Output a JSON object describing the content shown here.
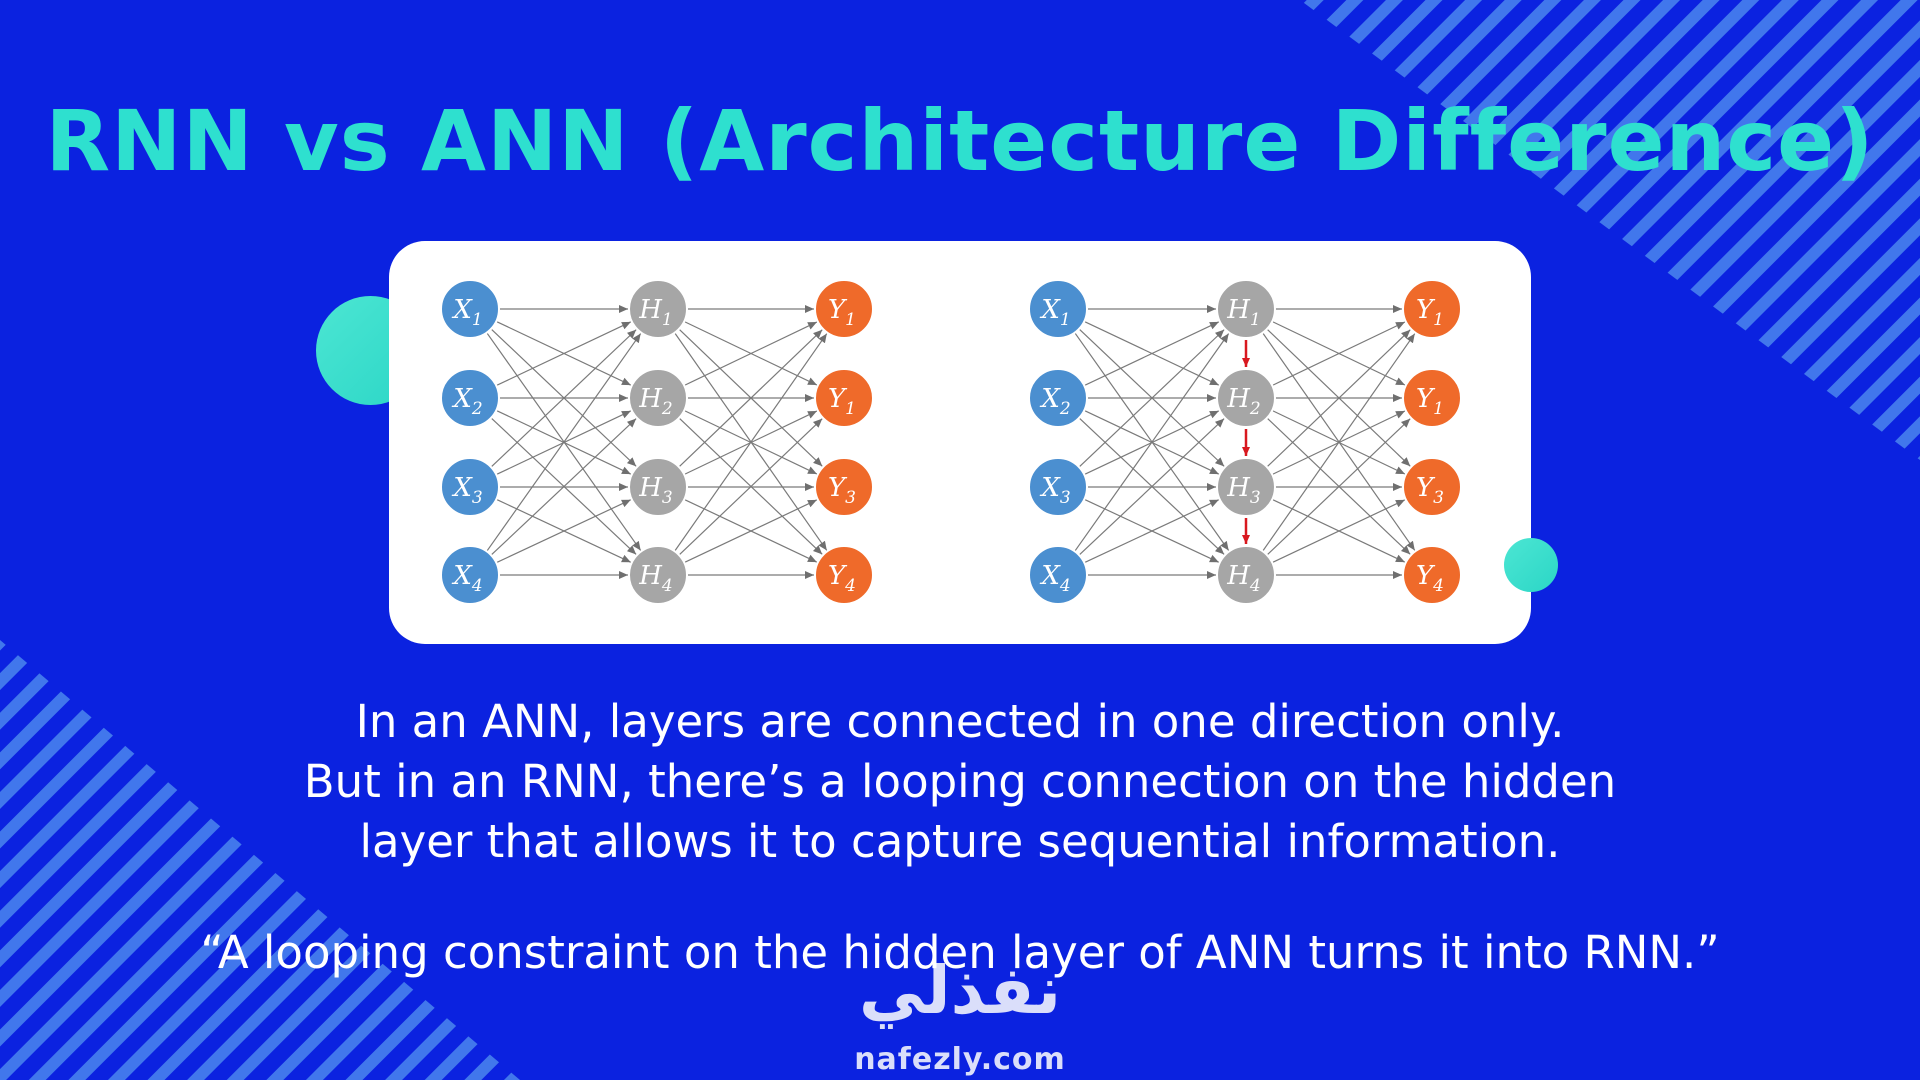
{
  "title": "RNN vs ANN (Architecture Difference)",
  "colors": {
    "background": "#0b22e0",
    "title": "#2ee0cf",
    "input_node": "#4b8fd0",
    "hidden_node": "#a6a6a6",
    "output_node": "#ef6a2a",
    "edge": "#7a7a7a",
    "recurrent_arrow": "#d8181f"
  },
  "diagrams": [
    {
      "inputs": [
        "X",
        "X",
        "X",
        "X"
      ],
      "input_subs": [
        "1",
        "2",
        "3",
        "4"
      ],
      "hidden": [
        "H",
        "H",
        "H",
        "H"
      ],
      "hidden_subs": [
        "1",
        "2",
        "3",
        "4"
      ],
      "outputs": [
        "Y",
        "Y",
        "Y",
        "Y"
      ],
      "output_subs": [
        "1",
        "1",
        "3",
        "4"
      ],
      "recurrent": false
    },
    {
      "inputs": [
        "X",
        "X",
        "X",
        "X"
      ],
      "input_subs": [
        "1",
        "2",
        "3",
        "4"
      ],
      "hidden": [
        "H",
        "H",
        "H",
        "H"
      ],
      "hidden_subs": [
        "1",
        "2",
        "3",
        "4"
      ],
      "outputs": [
        "Y",
        "Y",
        "Y",
        "Y"
      ],
      "output_subs": [
        "1",
        "1",
        "3",
        "4"
      ],
      "recurrent": true
    }
  ],
  "body": {
    "line1": "In an ANN, layers are connected in one direction only.",
    "line2": "But in an RNN, there’s a looping connection on the hidden",
    "line3": "layer that allows it to capture sequential information."
  },
  "quote": "“A looping constraint on the hidden layer of ANN turns it into RNN.”",
  "logo": {
    "arabic": "نفذلي",
    "url": "nafezly.com"
  }
}
